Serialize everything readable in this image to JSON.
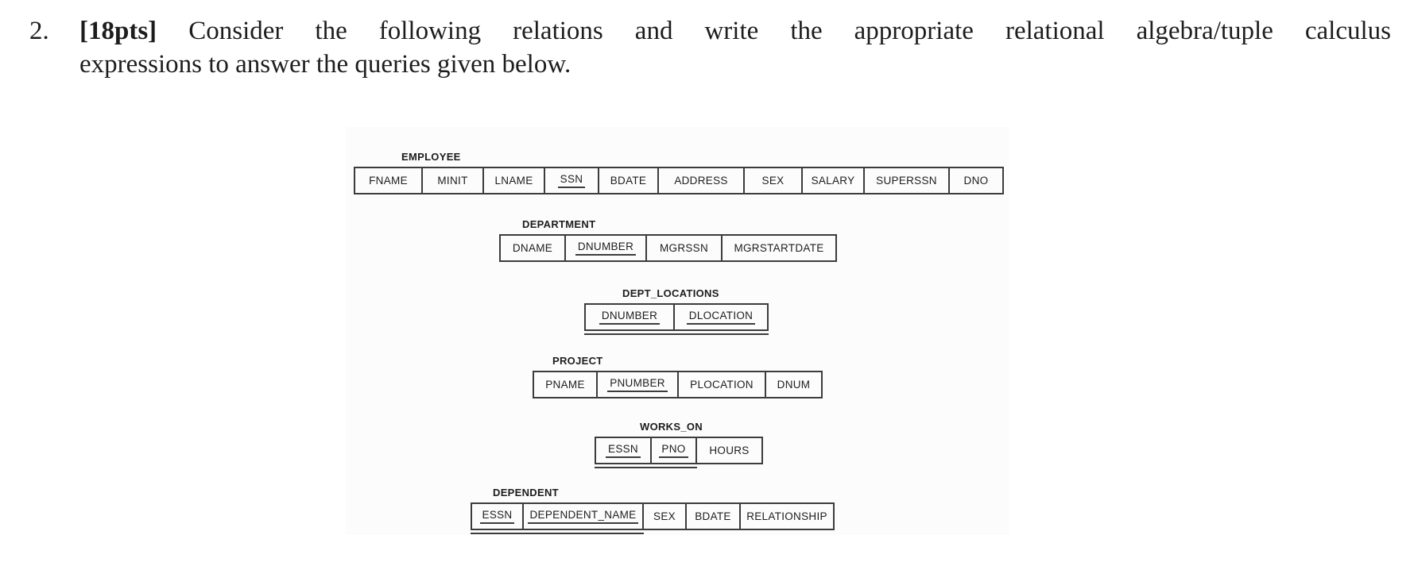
{
  "question": {
    "number": "2.",
    "points_label": "[18pts]",
    "line1": "Consider the following relations and write the appropriate relational algebra/tuple calculus",
    "line2": "expressions to answer the queries given below."
  },
  "schema": {
    "tables": [
      {
        "name": "EMPLOYEE",
        "attributes": [
          {
            "label": "FNAME",
            "key": false
          },
          {
            "label": "MINIT",
            "key": false
          },
          {
            "label": "LNAME",
            "key": false
          },
          {
            "label": "SSN",
            "key": true
          },
          {
            "label": "BDATE",
            "key": false
          },
          {
            "label": "ADDRESS",
            "key": false
          },
          {
            "label": "SEX",
            "key": false
          },
          {
            "label": "SALARY",
            "key": false
          },
          {
            "label": "SUPERSSN",
            "key": false
          },
          {
            "label": "DNO",
            "key": false
          }
        ]
      },
      {
        "name": "DEPARTMENT",
        "attributes": [
          {
            "label": "DNAME",
            "key": false
          },
          {
            "label": "DNUMBER",
            "key": true
          },
          {
            "label": "MGRSSN",
            "key": false
          },
          {
            "label": "MGRSTARTDATE",
            "key": false
          }
        ]
      },
      {
        "name": "DEPT_LOCATIONS",
        "attributes": [
          {
            "label": "DNUMBER",
            "key": true
          },
          {
            "label": "DLOCATION",
            "key": true
          }
        ]
      },
      {
        "name": "PROJECT",
        "attributes": [
          {
            "label": "PNAME",
            "key": false
          },
          {
            "label": "PNUMBER",
            "key": true
          },
          {
            "label": "PLOCATION",
            "key": false
          },
          {
            "label": "DNUM",
            "key": false
          }
        ]
      },
      {
        "name": "WORKS_ON",
        "attributes": [
          {
            "label": "ESSN",
            "key": true
          },
          {
            "label": "PNO",
            "key": true
          },
          {
            "label": "HOURS",
            "key": false
          }
        ]
      },
      {
        "name": "DEPENDENT",
        "attributes": [
          {
            "label": "ESSN",
            "key": true
          },
          {
            "label": "DEPENDENT_NAME",
            "key": true
          },
          {
            "label": "SEX",
            "key": false
          },
          {
            "label": "BDATE",
            "key": false
          },
          {
            "label": "RELATIONSHIP",
            "key": false
          }
        ]
      }
    ]
  },
  "colors": {
    "page_bg": "#ffffff",
    "diagram_bg": "#fcfcfc",
    "line": "#3c3c3c",
    "text": "#1d1d1d"
  }
}
